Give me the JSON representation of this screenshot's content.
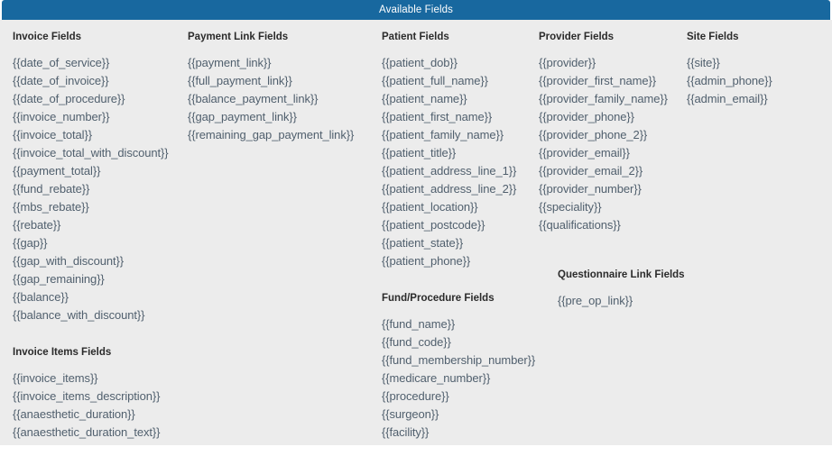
{
  "header": {
    "title": "Available Fields",
    "background_color": "#18689f",
    "text_color": "#ffffff"
  },
  "body": {
    "background_color": "#ececec",
    "field_text_color": "#51606e",
    "group_title_color": "#2b2b2b"
  },
  "columns": [
    {
      "name": "invoice",
      "groups": [
        {
          "title": "Invoice Fields",
          "fields": [
            "{{date_of_service}}",
            "{{date_of_invoice}}",
            "{{date_of_procedure}}",
            "{{invoice_number}}",
            "{{invoice_total}}",
            "{{invoice_total_with_discount}}",
            "{{payment_total}}",
            "{{fund_rebate}}",
            "{{mbs_rebate}}",
            "{{rebate}}",
            "{{gap}}",
            "{{gap_with_discount}}",
            "{{gap_remaining}}",
            "{{balance}}",
            "{{balance_with_discount}}"
          ]
        },
        {
          "title": "Invoice Items Fields",
          "fields": [
            "{{invoice_items}}",
            "{{invoice_items_description}}",
            "{{anaesthetic_duration}}",
            "{{anaesthetic_duration_text}}"
          ]
        }
      ]
    },
    {
      "name": "payment_link",
      "groups": [
        {
          "title": "Payment Link Fields",
          "fields": [
            "{{payment_link}}",
            "{{full_payment_link}}",
            "{{balance_payment_link}}",
            "{{gap_payment_link}}",
            "{{remaining_gap_payment_link}}"
          ]
        }
      ]
    },
    {
      "name": "patient",
      "groups": [
        {
          "title": "Patient Fields",
          "fields": [
            "{{patient_dob}}",
            "{{patient_full_name}}",
            "{{patient_name}}",
            "{{patient_first_name}}",
            "{{patient_family_name}}",
            "{{patient_title}}",
            "{{patient_address_line_1}}",
            "{{patient_address_line_2}}",
            "{{patient_location}}",
            "{{patient_postcode}}",
            "{{patient_state}}",
            "{{patient_phone}}"
          ]
        },
        {
          "title": "Fund/Procedure Fields",
          "fields": [
            "{{fund_name}}",
            "{{fund_code}}",
            "{{fund_membership_number}}",
            "{{medicare_number}}",
            "{{procedure}}",
            "{{surgeon}}",
            "{{facility}}"
          ]
        }
      ]
    },
    {
      "name": "provider",
      "groups": [
        {
          "title": "Provider Fields",
          "fields": [
            "{{provider}}",
            "{{provider_first_name}}",
            "{{provider_family_name}}",
            "{{provider_phone}}",
            "{{provider_phone_2}}",
            "{{provider_email}}",
            "{{provider_email_2}}",
            "{{provider_number}}",
            "{{speciality}}",
            "{{qualifications}}"
          ]
        },
        {
          "title": "Questionnaire Link Fields",
          "fields": [
            "{{pre_op_link}}"
          ]
        }
      ]
    },
    {
      "name": "site",
      "groups": [
        {
          "title": "Site Fields",
          "fields": [
            "{{site}}",
            "{{admin_phone}}",
            "{{admin_email}}"
          ]
        }
      ]
    }
  ]
}
